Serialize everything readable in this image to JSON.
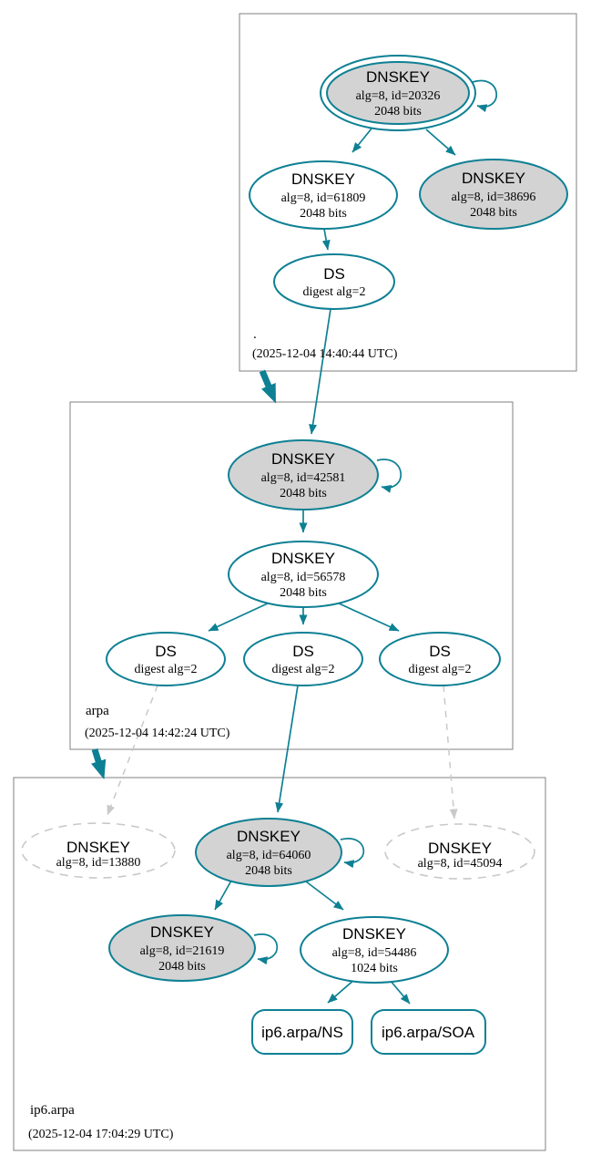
{
  "colors": {
    "teal": "#0e8094",
    "node_fill_gray": "#d3d3d3",
    "dashed_gray": "#c9c9c9",
    "box_border": "#808080"
  },
  "zones": {
    "root": {
      "label": ".",
      "timestamp": "(2025-12-04 14:40:44 UTC)"
    },
    "arpa": {
      "label": "arpa",
      "timestamp": "(2025-12-04 14:42:24 UTC)"
    },
    "ip6": {
      "label": "ip6.arpa",
      "timestamp": "(2025-12-04 17:04:29 UTC)"
    }
  },
  "nodes": {
    "root_dnskey_20326": {
      "title": "DNSKEY",
      "detail": "alg=8, id=20326",
      "bits": "2048 bits"
    },
    "root_dnskey_61809": {
      "title": "DNSKEY",
      "detail": "alg=8, id=61809",
      "bits": "2048 bits"
    },
    "root_dnskey_38696": {
      "title": "DNSKEY",
      "detail": "alg=8, id=38696",
      "bits": "2048 bits"
    },
    "root_ds": {
      "title": "DS",
      "detail": "digest alg=2"
    },
    "arpa_dnskey_42581": {
      "title": "DNSKEY",
      "detail": "alg=8, id=42581",
      "bits": "2048 bits"
    },
    "arpa_dnskey_56578": {
      "title": "DNSKEY",
      "detail": "alg=8, id=56578",
      "bits": "2048 bits"
    },
    "arpa_ds_1": {
      "title": "DS",
      "detail": "digest alg=2"
    },
    "arpa_ds_2": {
      "title": "DS",
      "detail": "digest alg=2"
    },
    "arpa_ds_3": {
      "title": "DS",
      "detail": "digest alg=2"
    },
    "ip6_dnskey_13880": {
      "title": "DNSKEY",
      "detail": "alg=8, id=13880"
    },
    "ip6_dnskey_64060": {
      "title": "DNSKEY",
      "detail": "alg=8, id=64060",
      "bits": "2048 bits"
    },
    "ip6_dnskey_45094": {
      "title": "DNSKEY",
      "detail": "alg=8, id=45094"
    },
    "ip6_dnskey_21619": {
      "title": "DNSKEY",
      "detail": "alg=8, id=21619",
      "bits": "2048 bits"
    },
    "ip6_dnskey_54486": {
      "title": "DNSKEY",
      "detail": "alg=8, id=54486",
      "bits": "1024 bits"
    },
    "ip6_ns": {
      "label": "ip6.arpa/NS"
    },
    "ip6_soa": {
      "label": "ip6.arpa/SOA"
    }
  }
}
